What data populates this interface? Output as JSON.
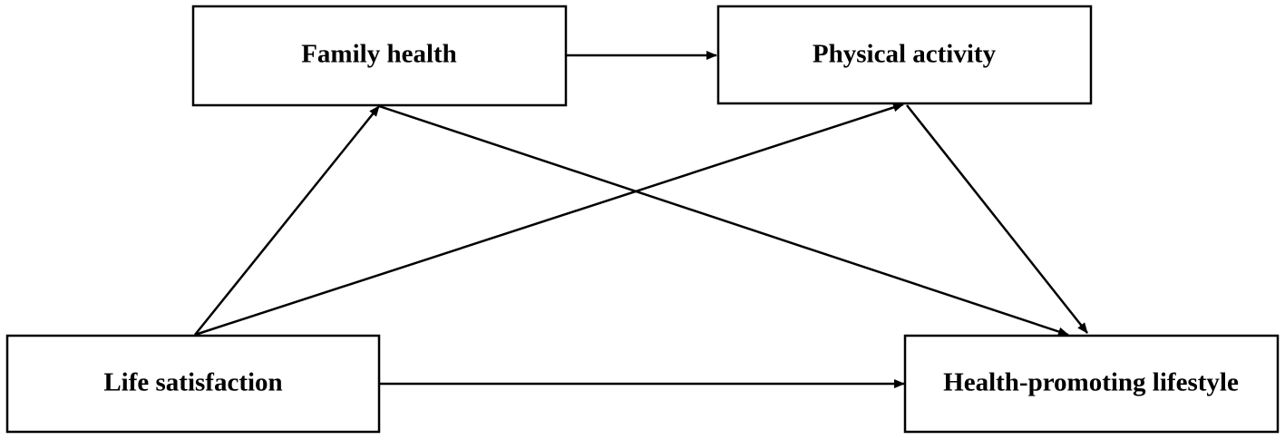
{
  "diagram": {
    "nodes": {
      "family_health": {
        "label": "Family health"
      },
      "physical_activity": {
        "label": "Physical activity"
      },
      "life_satisfaction": {
        "label": "Life satisfaction"
      },
      "health_promoting_lifestyle": {
        "label": "Health-promoting lifestyle"
      }
    },
    "edges": [
      {
        "from": "Family health",
        "to": "Physical activity"
      },
      {
        "from": "Life satisfaction",
        "to": "Family health"
      },
      {
        "from": "Life satisfaction",
        "to": "Physical activity"
      },
      {
        "from": "Family health",
        "to": "Health-promoting lifestyle"
      },
      {
        "from": "Physical activity",
        "to": "Health-promoting lifestyle"
      },
      {
        "from": "Life satisfaction",
        "to": "Health-promoting lifestyle"
      }
    ],
    "colors": {
      "stroke": "#000000",
      "background": "#ffffff"
    }
  }
}
